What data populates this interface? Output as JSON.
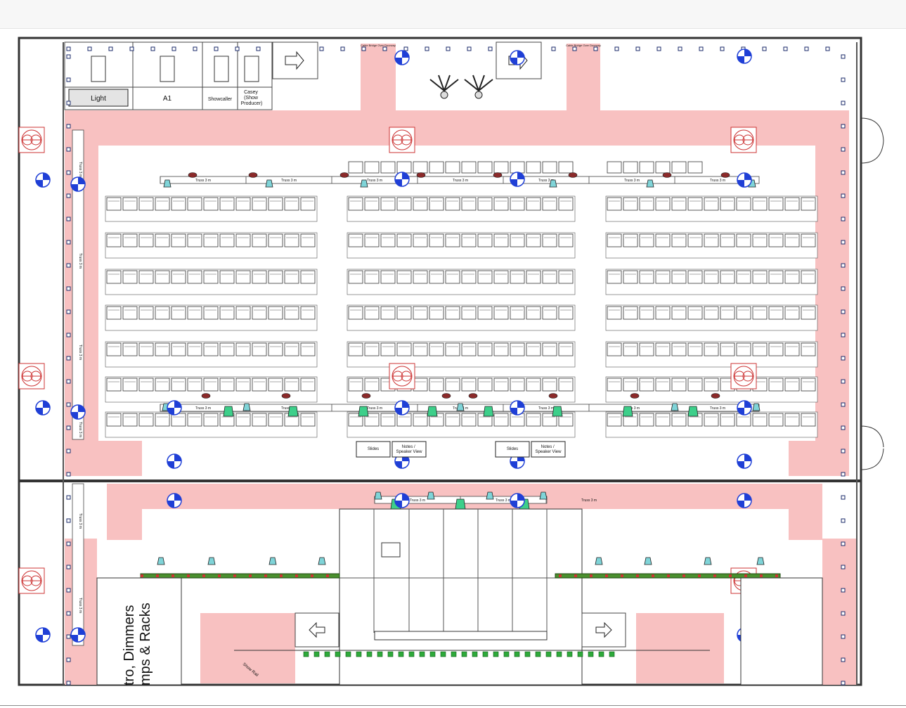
{
  "booths": {
    "lighting": "Light",
    "a1": "A1",
    "showcaller": "Showcaller",
    "producer": "Casey\n(Show\nProducer)"
  },
  "truss_label": "Truss 3 m",
  "cable_bridge": "Cable Bridge Over Doorway",
  "screens": {
    "slides": "Slides",
    "notes": "Notes /\nSpeaker View"
  },
  "backstage": {
    "racks": "tro, Dimmers\nmps & Racks",
    "show_rail": "Show Rail"
  },
  "colors": {
    "aisle": "#f8c1c1",
    "wall": "#333333",
    "truss": "#444444",
    "light_fixture": "#3dcf8a",
    "spot_fixture": "#7fd4d8",
    "fill_marker": "#1f3fd6",
    "speaker_marker": "#cc3333",
    "stage_led": "#2eaa3a",
    "led_strip": "#4a8f2e"
  }
}
